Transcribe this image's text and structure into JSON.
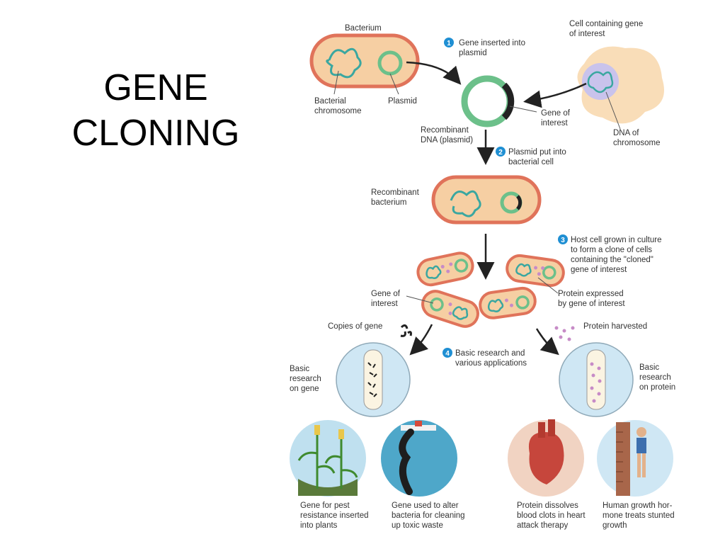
{
  "slide": {
    "title_line1": "GENE",
    "title_line2": "CLONING"
  },
  "diagram": {
    "bacterium": "Bacterium",
    "bacterial_chromosome": [
      "Bacterial",
      "chromosome"
    ],
    "plasmid": "Plasmid",
    "cell_containing_gene": [
      "Cell containing gene",
      "of interest"
    ],
    "step1": {
      "number": "1",
      "text": [
        "Gene inserted into",
        "plasmid"
      ]
    },
    "gene_of_interest_top": [
      "Gene of",
      "interest"
    ],
    "recombinant_dna": [
      "Recombinant",
      "DNA (plasmid)"
    ],
    "dna_of_chromosome": [
      "DNA of",
      "chromosome"
    ],
    "step2": {
      "number": "2",
      "text": [
        "Plasmid put into",
        "bacterial cell"
      ]
    },
    "recombinant_bacterium": [
      "Recombinant",
      "bacterium"
    ],
    "step3": {
      "number": "3",
      "text": [
        "Host cell grown in culture",
        "to form a clone of cells",
        "containing the \"cloned\"",
        "gene of interest"
      ]
    },
    "gene_of_interest_mid": [
      "Gene of",
      "interest"
    ],
    "protein_expressed": [
      "Protein expressed",
      "by gene of interest"
    ],
    "copies_of_gene": "Copies of gene",
    "protein_harvested": "Protein harvested",
    "step4": {
      "number": "4",
      "text": [
        "Basic research and",
        "various applications"
      ]
    },
    "basic_research_gene": [
      "Basic",
      "research",
      "on gene"
    ],
    "basic_research_protein": [
      "Basic",
      "research",
      "on protein"
    ],
    "app_plants": [
      "Gene for pest",
      "resistance inserted",
      "into plants"
    ],
    "app_bacteria": [
      "Gene used to alter",
      "bacteria for cleaning",
      "up toxic waste"
    ],
    "app_heart": [
      "Protein dissolves",
      "blood clots in heart",
      "attack therapy"
    ],
    "app_growth": [
      "Human growth hor-",
      "mone treats stunted",
      "growth"
    ]
  },
  "colors": {
    "cell_fill": "#f6cfa3",
    "cell_membrane": "#e0735a",
    "chromosome": "#3aa7a0",
    "plasmid": "#6cc08a",
    "gene": "#222222",
    "step_badge": "#1f8fd3",
    "protein": "#c78bc7",
    "circle_bg": "#cfe7f4"
  }
}
